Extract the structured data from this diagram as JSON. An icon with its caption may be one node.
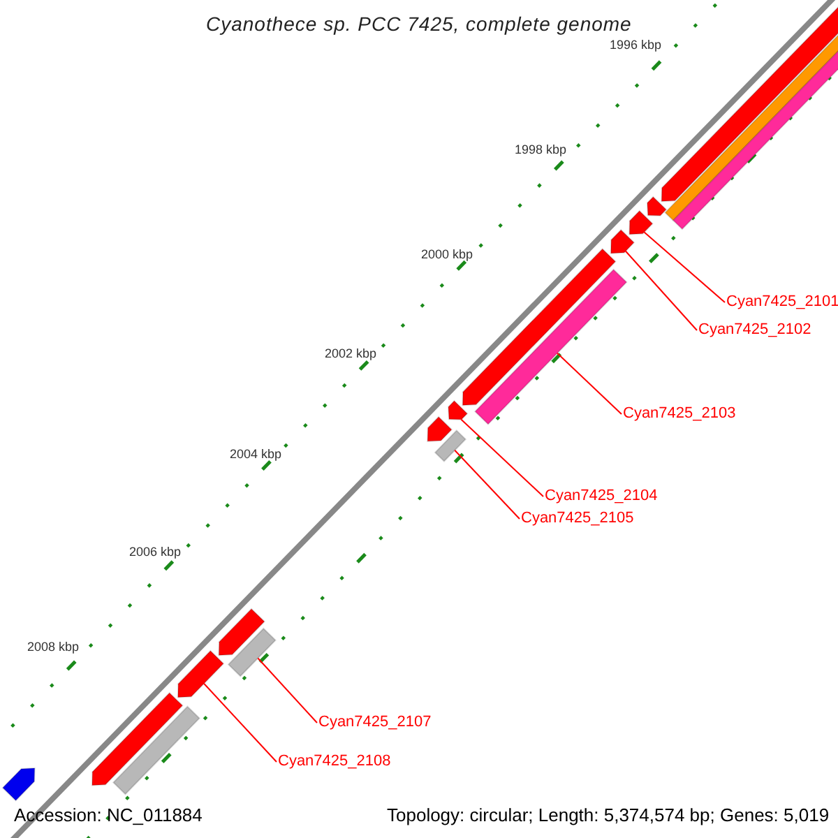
{
  "diagram": {
    "title": "Cyanothece sp. PCC 7425, complete genome",
    "nodes": [
      {
        "text": [
          "Cyan7425_2101"
        ]
      },
      {
        "text": [
          "Cyan7425_2102"
        ]
      },
      {
        "text": [
          "Cyan7425_2103"
        ]
      },
      {
        "text": [
          "Cyan7425_2104"
        ]
      },
      {
        "text": [
          "Cyan7425_2105"
        ]
      },
      {
        "text": [
          "Cyan7425_2107"
        ]
      },
      {
        "text": [
          "Cyan7425_2108"
        ]
      },
      {
        "text": [],
        "shape": "pentagon"
      },
      {
        "text": [],
        "shape": "box"
      },
      {
        "text": [],
        "shape": "box"
      },
      {
        "text": [],
        "shape": "pentagon"
      },
      {
        "text": [],
        "shape": "pentagon"
      },
      {
        "text": [],
        "shape": "pentagon"
      },
      {
        "text": [],
        "shape": "pentagon"
      },
      {
        "text": [],
        "shape": "box"
      },
      {
        "text": [],
        "shape": "pentagon"
      },
      {
        "text": [],
        "shape": "pentagon"
      },
      {
        "text": [],
        "shape": "box"
      },
      {
        "text": [],
        "shape": "pentagon"
      },
      {
        "text": [],
        "shape": "box"
      },
      {
        "text": [],
        "shape": "pentagon"
      },
      {
        "text": [],
        "shape": "pentagon"
      },
      {
        "text": [],
        "shape": "box"
      },
      {
        "text": [],
        "shape": "pentagon"
      }
    ],
    "edges": [
      {
        "from": 0,
        "to": 11,
        "arrow": "none"
      },
      {
        "from": 1,
        "to": 12,
        "arrow": "none"
      },
      {
        "from": 2,
        "to": 14,
        "arrow": "none"
      },
      {
        "from": 3,
        "to": 15,
        "arrow": "none"
      },
      {
        "from": 4,
        "to": 17,
        "arrow": "none"
      },
      {
        "from": 5,
        "to": 19,
        "arrow": "none"
      },
      {
        "from": 6,
        "to": 20,
        "arrow": "none"
      }
    ],
    "labels": [
      "1996 kbp",
      "1998 kbp",
      "2000 kbp",
      "2002 kbp",
      "2004 kbp",
      "2006 kbp",
      "2008 kbp",
      "Accession: NC_011884",
      "Topology: circular; Length: 5,374,574 bp; Genes: 5,019"
    ]
  }
}
